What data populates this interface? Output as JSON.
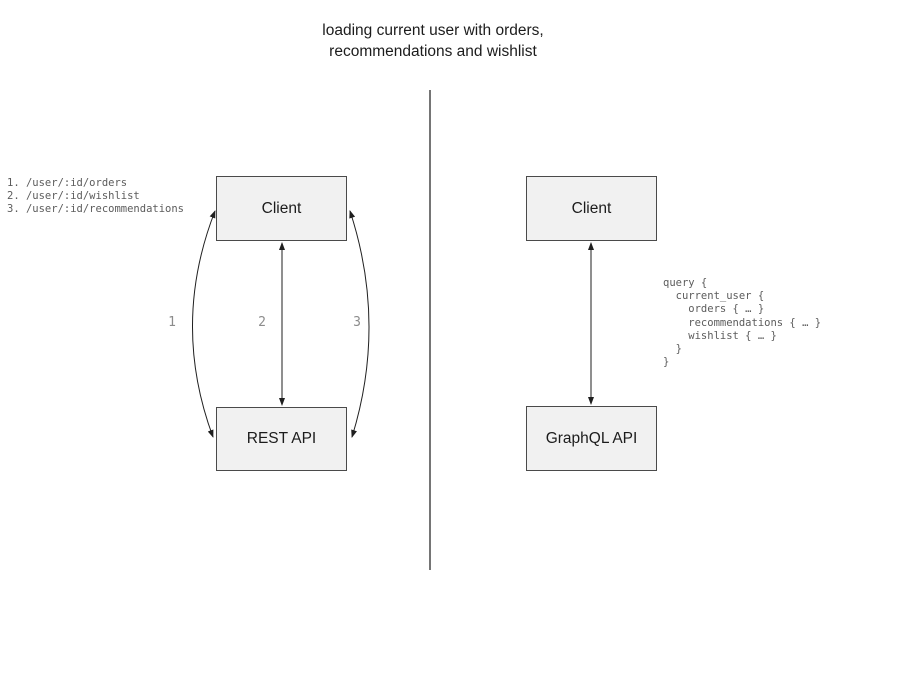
{
  "title": "loading current user with orders,\nrecommendations and wishlist",
  "left_panel": {
    "endpoint_list": "1. /user/:id/orders\n2. /user/:id/wishlist\n3. /user/:id/recommendations",
    "client_box_label": "Client",
    "api_box_label": "REST API",
    "arrow_labels": [
      "1",
      "2",
      "3"
    ]
  },
  "right_panel": {
    "client_box_label": "Client",
    "api_box_label": "GraphQL API",
    "query_code": "query {\n  current_user {\n    orders { … }\n    recommendations { … }\n    wishlist { … }\n  }\n}"
  },
  "colors": {
    "background": "#ffffff",
    "box_fill": "#f1f1f1",
    "box_border": "#4a4a4a",
    "arrow_stroke": "#1f1f1f",
    "divider": "#757575",
    "arrow_label_text": "#8c8c8c",
    "code_text": "#5c5c5c"
  }
}
